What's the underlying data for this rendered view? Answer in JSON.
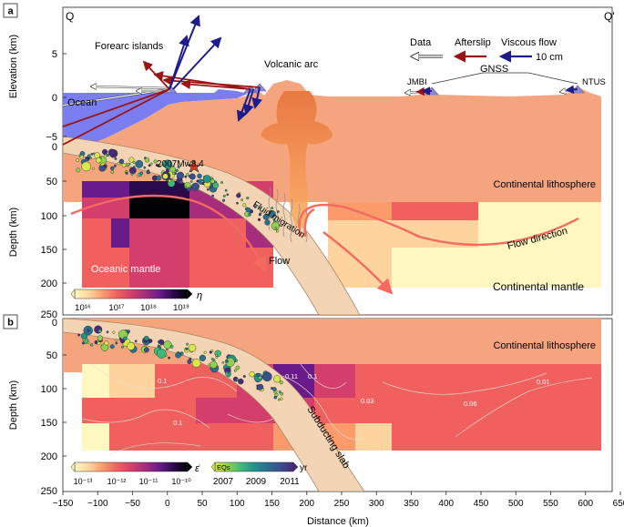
{
  "panel_a": {
    "label": "a",
    "section_left": "Q",
    "section_right": "Q'",
    "elevation_axis_label": "Elevation (km)",
    "depth_axis_label": "Depth (km)",
    "elevation_ticks": [
      "5",
      "0",
      "−5"
    ],
    "depth_ticks": [
      "0",
      "50",
      "100",
      "150",
      "200",
      "250"
    ],
    "labels": {
      "forearc": "Forearc islands",
      "volcanic": "Volcanic arc",
      "ocean": "Ocean",
      "eq": "2007Mw8.4",
      "lithosphere": "Continental lithosphere",
      "fluid": "Fluid migration",
      "flow_direction": "Flow direction",
      "flow": "Flow",
      "oceanic_mantle": "Oceanic mantle",
      "continental_mantle": "Continental mantle",
      "gnss": "GNSS",
      "jmbi": "JMBI",
      "ntus": "NTUS"
    },
    "legend": {
      "data": "Data",
      "afterslip": "Afterslip",
      "viscous": "Viscous flow",
      "scale": "10 cm"
    },
    "colorbar": {
      "symbol": "η",
      "ticks": [
        "10¹⁶",
        "10¹⁷",
        "10¹⁸",
        "10¹⁹"
      ],
      "colors": [
        "#fff7c0",
        "#fdd49e",
        "#fb9a6a",
        "#f0605e",
        "#d33f6a",
        "#a62d7c",
        "#6a1b8a",
        "#2a0a4a",
        "#000004"
      ]
    }
  },
  "panel_b": {
    "label": "b",
    "depth_axis_label": "Depth (km)",
    "depth_ticks": [
      "0",
      "50",
      "100",
      "150",
      "200",
      "250"
    ],
    "labels": {
      "lithosphere": "Continental lithosphere",
      "slab": "Subducting slab"
    },
    "contours": [
      "0.11",
      "0.1",
      "0.1",
      "0.03",
      "0.06",
      "0.01",
      "0.1"
    ],
    "strain_colorbar": {
      "symbol": "ε̇",
      "ticks": [
        "10⁻¹³",
        "10⁻¹²",
        "10⁻¹¹",
        "10⁻¹⁰"
      ],
      "colors": [
        "#fff7c0",
        "#fdd49e",
        "#fb9a6a",
        "#f0605e",
        "#d33f6a",
        "#a62d7c",
        "#6a1b8a",
        "#2a0a4a",
        "#000004"
      ]
    },
    "eq_colorbar": {
      "label": "EQs",
      "unit": "yr",
      "ticks": [
        "2007",
        "2009",
        "2011"
      ],
      "colors": [
        "#d7e84a",
        "#8fd14f",
        "#3fb87a",
        "#22928c",
        "#2a6f8e",
        "#3b4f8c",
        "#472a7a"
      ]
    }
  },
  "x_axis": {
    "label": "Distance (km)",
    "ticks": [
      "−150",
      "−100",
      "−50",
      "0",
      "50",
      "100",
      "150",
      "200",
      "250",
      "300",
      "350",
      "400",
      "450",
      "500",
      "550",
      "600",
      "650"
    ]
  },
  "colors": {
    "lithosphere": "#f5a57e",
    "slab": "#f3d5b5",
    "ocean": "#7a7ef0",
    "afterslip": "#9b1414",
    "viscous": "#1c1c8c",
    "flow": "#f26a60",
    "magma": "#f4823a"
  }
}
